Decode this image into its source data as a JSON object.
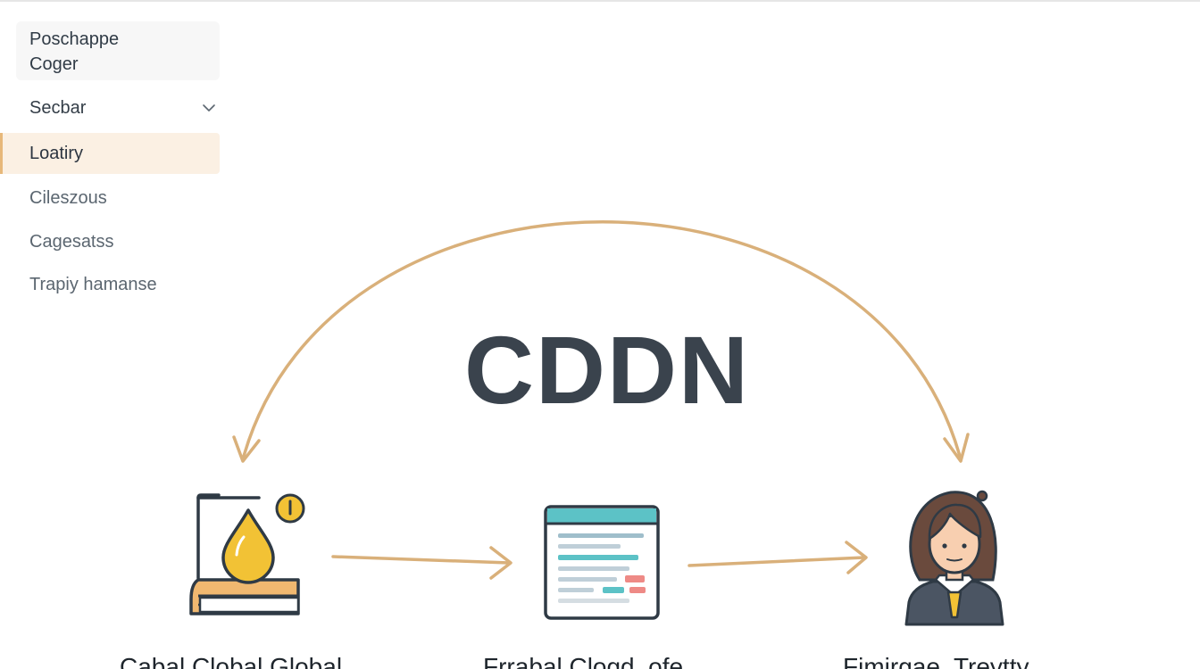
{
  "sidebar": {
    "brand_line1": "Poschappe",
    "brand_line2": "Coger",
    "items": [
      {
        "label": "Secbar",
        "has_chevron": true
      },
      {
        "label": "Loatiry",
        "active": true
      },
      {
        "label": "Cilеszous"
      },
      {
        "label": "Cagesatss"
      },
      {
        "label": "Trapiy hamanse"
      }
    ]
  },
  "diagram": {
    "title": "CDDN",
    "nodes": [
      {
        "label": "Cabal Clobal Global",
        "icon": "oil-drop-book-icon"
      },
      {
        "label": "Frrabal Clogd. ofe",
        "icon": "browser-window-icon"
      },
      {
        "label": "Fimirgae. Treytty",
        "icon": "person-avatar-icon"
      }
    ]
  },
  "colors": {
    "arrow": "#d9b07a",
    "title": "#3a434d",
    "active_bg": "#fbf0e3",
    "active_border": "#e7b87a",
    "teal": "#5cc2c6",
    "drop": "#f2c235"
  }
}
